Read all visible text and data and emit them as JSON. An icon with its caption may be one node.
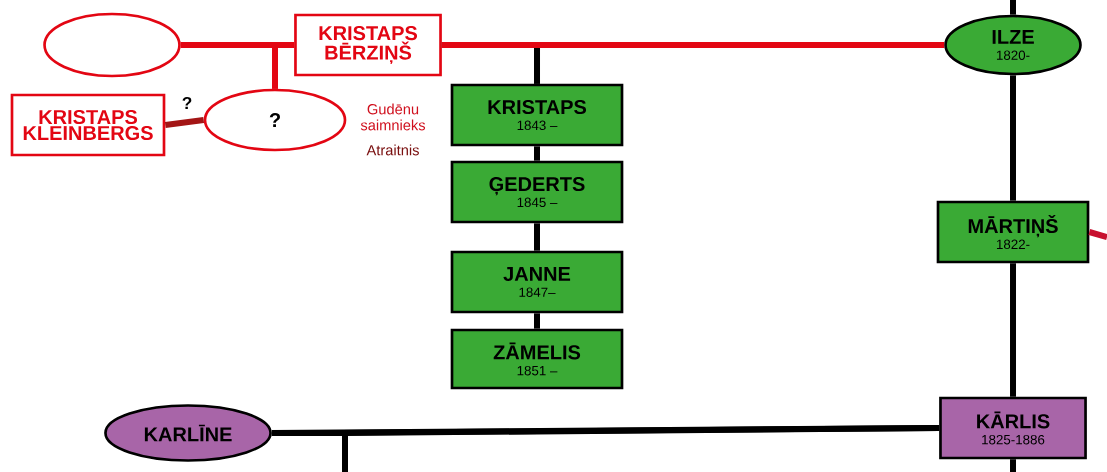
{
  "diagram": {
    "nodes": [
      {
        "text": [],
        "shape": "ellipse"
      },
      {
        "text": [
          "KRISTAPS BĒRZIŅŠ"
        ],
        "beside": [
          "Gudēnu saimnieks",
          "Atraitnis"
        ]
      },
      {
        "text": [
          "ILZE",
          "1820-"
        ]
      },
      {
        "text": [
          "KRISTAPS KLEINBERGS"
        ]
      },
      {
        "text": [
          "?"
        ]
      },
      {
        "text": [
          "KRISTAPS",
          "1843 –"
        ]
      },
      {
        "text": [
          "ĢEDERTS",
          "1845 –"
        ]
      },
      {
        "text": [
          "JANNE",
          "1847–"
        ]
      },
      {
        "text": [
          "ZĀMELIS",
          "1851 –"
        ]
      },
      {
        "text": [
          "MĀRTIŅŠ",
          "1822-"
        ]
      },
      {
        "text": [
          "KARLĪNE"
        ]
      },
      {
        "text": [
          "KĀRLIS",
          "1825-1886"
        ]
      }
    ],
    "edges": [
      {
        "from": 0,
        "to": 1,
        "arrow": "none",
        "color": "#e30613"
      },
      {
        "from": 1,
        "to": 2,
        "arrow": "none",
        "color": "#e30613"
      },
      {
        "from": 0,
        "to": 4,
        "arrow": "none",
        "color": "#e30613"
      },
      {
        "from": 1,
        "to": 4,
        "arrow": "none",
        "color": "#e30613"
      },
      {
        "from": 3,
        "to": 4,
        "arrow": "none",
        "label": "?",
        "color": "#a31515"
      },
      {
        "from": 1,
        "to": 5,
        "arrow": "none"
      },
      {
        "from": 2,
        "to": 5,
        "arrow": "none"
      },
      {
        "from": 5,
        "to": 6,
        "arrow": "none"
      },
      {
        "from": 6,
        "to": 7,
        "arrow": "none"
      },
      {
        "from": 7,
        "to": 8,
        "arrow": "none"
      },
      {
        "from": null,
        "to": 2,
        "arrow": "none"
      },
      {
        "from": 2,
        "to": 9,
        "arrow": "none"
      },
      {
        "from": 9,
        "to": 11,
        "arrow": "none"
      },
      {
        "from": 11,
        "to": null,
        "arrow": "none"
      },
      {
        "from": 9,
        "to": null,
        "arrow": "none",
        "color": "#c8102e"
      },
      {
        "from": 10,
        "to": 11,
        "arrow": "none"
      },
      {
        "from": 10,
        "to": null,
        "arrow": "none"
      },
      {
        "from": 11,
        "to": null,
        "arrow": "none"
      }
    ]
  }
}
